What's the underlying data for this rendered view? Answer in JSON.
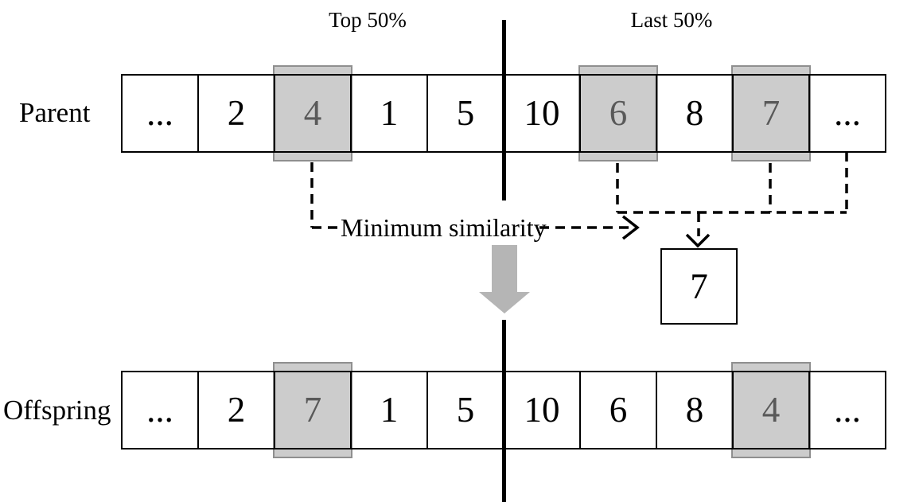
{
  "diagram": {
    "top_labels": {
      "left": "Top 50%",
      "right": "Last 50%"
    },
    "row_labels": {
      "parent": "Parent",
      "offspring": "Offspring"
    },
    "annotation": "Minimum similarity",
    "extracted_gene": "7",
    "parent_row": {
      "cells": [
        {
          "value": "...",
          "highlighted": false
        },
        {
          "value": "2",
          "highlighted": false
        },
        {
          "value": "4",
          "highlighted": true
        },
        {
          "value": "1",
          "highlighted": false
        },
        {
          "value": "5",
          "highlighted": false
        },
        {
          "value": "10",
          "highlighted": false
        },
        {
          "value": "6",
          "highlighted": true
        },
        {
          "value": "8",
          "highlighted": false
        },
        {
          "value": "7",
          "highlighted": true
        },
        {
          "value": "...",
          "highlighted": false
        }
      ]
    },
    "offspring_row": {
      "cells": [
        {
          "value": "...",
          "highlighted": false
        },
        {
          "value": "2",
          "highlighted": false
        },
        {
          "value": "7",
          "highlighted": true
        },
        {
          "value": "1",
          "highlighted": false
        },
        {
          "value": "5",
          "highlighted": false
        },
        {
          "value": "10",
          "highlighted": false
        },
        {
          "value": "6",
          "highlighted": false
        },
        {
          "value": "8",
          "highlighted": false
        },
        {
          "value": "4",
          "highlighted": true
        },
        {
          "value": "...",
          "highlighted": false
        }
      ]
    },
    "colors": {
      "highlight_fill": "#cccccc",
      "highlight_border": "#8f8f8f",
      "highlight_text": "#595959",
      "arrow_gray": "#b5b5b5",
      "line": "#000000"
    }
  }
}
